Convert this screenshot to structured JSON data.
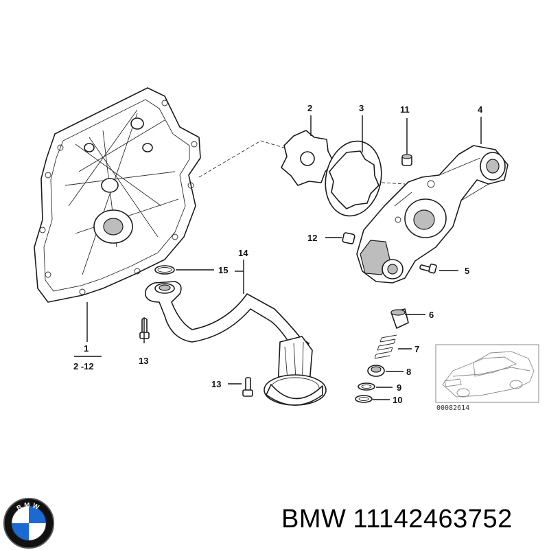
{
  "callouts": {
    "c1": "1",
    "c1_range": "2 -12",
    "c2": "2",
    "c3": "3",
    "c4": "4",
    "c5": "5",
    "c6": "6",
    "c7": "7",
    "c8": "8",
    "c9": "9",
    "c10": "10",
    "c11": "11",
    "c12": "12",
    "c13a": "13",
    "c13b": "13",
    "c14": "14",
    "c15": "15"
  },
  "inset": {
    "diagram_number": "00082614"
  },
  "brand": {
    "logo_text": "BMW",
    "name": "BMW",
    "part_number": "11142463752"
  },
  "colors": {
    "line": "#1b1b1b",
    "shade": "#bdbdbd",
    "logo_blue": "#1c69d4",
    "logo_ring": "#111111"
  }
}
